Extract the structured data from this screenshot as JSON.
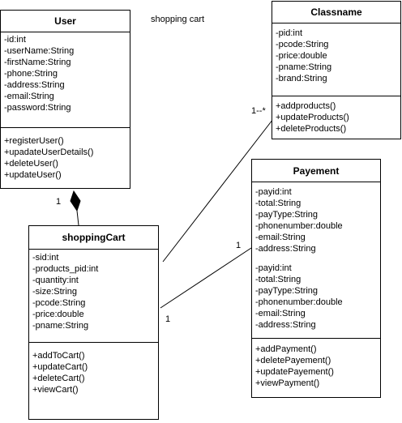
{
  "diagram_title": "shopping cart",
  "classes": {
    "user": {
      "name": "User",
      "attributes": [
        "-id:int",
        "-userName:String",
        "-firstName:String",
        "-phone:String",
        "-address:String",
        "-email:String",
        "-password:String"
      ],
      "methods": [
        "+registerUser()",
        "+upadateUserDetails()",
        "+deleteUser()",
        "+updateUser()"
      ]
    },
    "classname": {
      "name": "Classname",
      "attributes": [
        "-pid:int",
        "-pcode:String",
        "-price:double",
        "-pname:String",
        "-brand:String"
      ],
      "methods": [
        "+addproducts()",
        "+updateProducts()",
        "+deleteProducts()"
      ]
    },
    "payement": {
      "name": "Payement",
      "attributes": [
        "-payid:int",
        "-total:String",
        "-payType:String",
        "-phonenumber:double",
        "-email:String",
        "-address:String"
      ],
      "attributes_repeat": [
        "-payid:int",
        "-total:String",
        "-payType:String",
        "-phonenumber:double",
        "-email:String",
        "-address:String"
      ],
      "methods": [
        "+addPayment()",
        "+deletePayement()",
        "+updatePayement()",
        "+viewPayment()"
      ]
    },
    "shoppingCart": {
      "name": "shoppingCart",
      "attributes": [
        "-sid:int",
        "-products_pid:int",
        "-quantity:int",
        "-size:String",
        "-pcode:String",
        "-price:double",
        "-pname:String"
      ],
      "methods": [
        "+addToCart()",
        "+updateCart()",
        "+deleteCart()",
        "+viewCart()"
      ]
    }
  },
  "relations": {
    "composition": {
      "multiplicity": "1"
    },
    "cart_classname": {
      "multiplicity_classname": "1--*"
    },
    "cart_payement": {
      "multiplicity_payement": "1",
      "multiplicity_cart": "1"
    }
  }
}
